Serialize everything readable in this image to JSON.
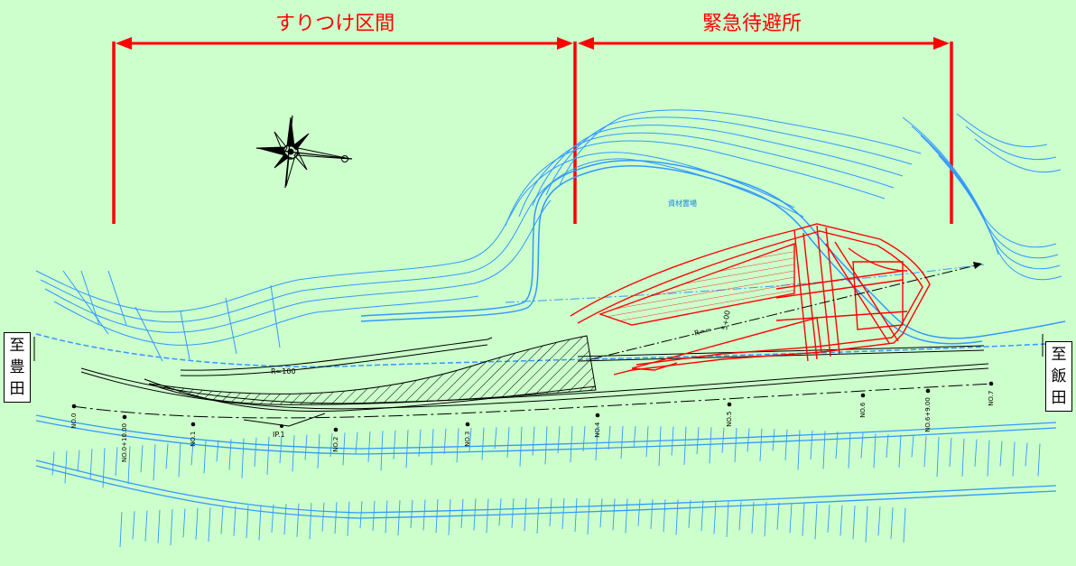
{
  "sections": {
    "left_label": "すりつけ区間",
    "right_label": "緊急待避所"
  },
  "annotations": {
    "material_yard": "資材置場",
    "curve_radius": "R=100",
    "ip_label": "IP.1",
    "inner_curve": "R=∞",
    "inner_station": "5+00"
  },
  "stations": [
    "NO.0",
    "NO.0+10.00",
    "NO.1",
    "NO.2",
    "NO.3",
    "NO.4",
    "NO.5",
    "NO.6",
    "NO.6+9.00",
    "NO.7"
  ],
  "destinations": {
    "left": [
      "至",
      "豊",
      "田"
    ],
    "right": [
      "至",
      "飯",
      "田"
    ]
  },
  "colors": {
    "background": "#ccffcc",
    "section_marker": "#ff0000",
    "contours": "#3399ff",
    "shelter_outline": "#ff0000",
    "road_lines": "#000000"
  },
  "icons": {
    "north_arrow": "compass-rose-icon"
  }
}
